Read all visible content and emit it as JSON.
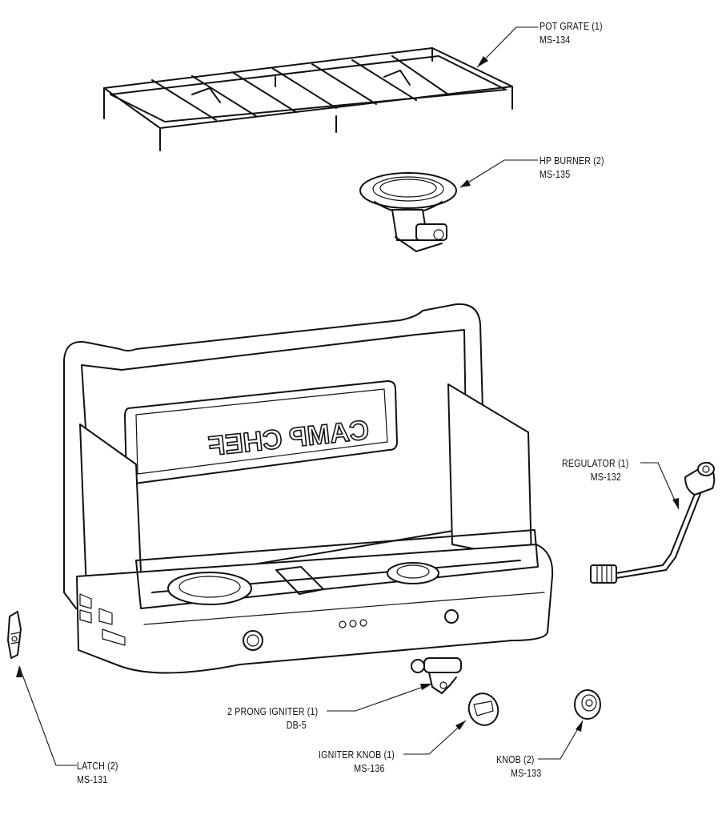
{
  "labels": {
    "pot_grate": {
      "name": "POT GRATE (1)",
      "part": "MS-134"
    },
    "hp_burner": {
      "name": "HP BURNER (2)",
      "part": "MS-135"
    },
    "regulator": {
      "name": "REGULATOR (1)",
      "part": "MS-132"
    },
    "latch": {
      "name": "LATCH (2)",
      "part": "MS-131"
    },
    "igniter": {
      "name": "2 PRONG IGNITER (1)",
      "part": "DB-5"
    },
    "igniter_knob": {
      "name": "IGNITER KNOB (1)",
      "part": "MS-136"
    },
    "knob": {
      "name": "KNOB (2)",
      "part": "MS-133"
    }
  },
  "lid_logo": "CAMP CHEF",
  "colors": {
    "line": "#111111",
    "background": "#ffffff"
  }
}
